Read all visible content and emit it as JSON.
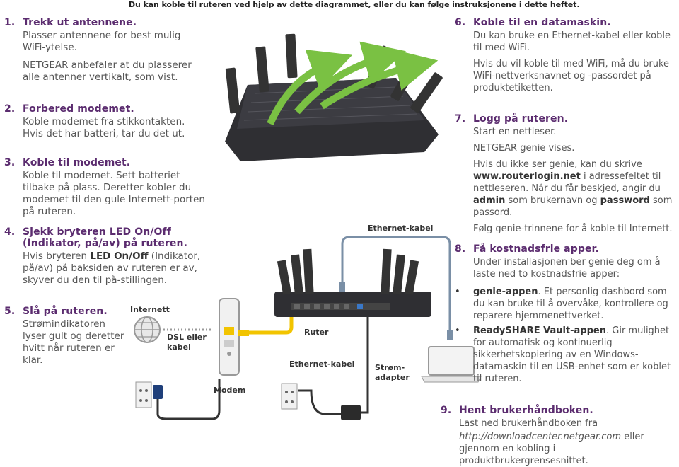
{
  "header": {
    "text": "Du kan koble til ruteren ved hjelp av dette diagrammet, eller du kan følge instruksjonene i dette heftet."
  },
  "left": {
    "step1": {
      "num": "1.",
      "title": "Trekk ut antennene.",
      "p1": "Plasser antennene for best mulig WiFi-ytelse.",
      "p2": "NETGEAR anbefaler at du plasserer alle antenner vertikalt, som vist."
    },
    "step2": {
      "num": "2.",
      "title": "Forbered modemet.",
      "p1": "Koble modemet fra stikkontakten. Hvis det har batteri, tar du det ut."
    },
    "step3": {
      "num": "3.",
      "title": "Koble til modemet.",
      "p1": "Koble til modemet. Sett batteriet tilbake på plass. Deretter kobler du modemet til den gule Internett-porten på ruteren."
    },
    "step4": {
      "num": "4.",
      "title": "Sjekk bryteren LED On/Off (Indikator, på/av) på ruteren.",
      "p1_a": "Hvis bryteren ",
      "p1_b": "LED On/Off",
      "p1_c": " (Indikator, på/av) på baksiden av ruteren er av, skyver du den til på-stillingen."
    },
    "step5": {
      "num": "5.",
      "title": "Slå på ruteren.",
      "p1": "Strømindikatoren lyser gult og deretter hvitt når ruteren er klar."
    }
  },
  "diagram": {
    "internet": "Internett",
    "dsl": "DSL eller kabel",
    "modem": "Modem",
    "router": "Ruter",
    "ethernet_top": "Ethernet-kabel",
    "ethernet_bottom": "Ethernet-kabel",
    "power": "Strøm-adapter"
  },
  "right": {
    "step6": {
      "num": "6.",
      "title": "Koble til en datamaskin.",
      "p1": "Du kan bruke en Ethernet-kabel eller koble til med WiFi.",
      "p2": "Hvis du vil koble til med WiFi, må du bruke WiFi-nettverksnavnet og -passordet på produktetiketten."
    },
    "step7": {
      "num": "7.",
      "title": "Logg på ruteren.",
      "p1": "Start en nettleser.",
      "p2": "NETGEAR genie vises.",
      "p3_a": "Hvis du ikke ser genie, kan du skrive ",
      "p3_b": "www.routerlogin.net",
      "p3_c": " i adressefeltet til nettleseren. Når du får beskjed, angir du ",
      "p3_d": "admin",
      "p3_e": " som brukernavn og ",
      "p3_f": "password",
      "p3_g": " som passord.",
      "p4": "Følg genie-trinnene for å koble til Internett."
    },
    "step8": {
      "num": "8.",
      "title": "Få kostnadsfrie apper.",
      "p1": "Under installasjonen ber genie deg om å laste ned to kostnadsfrie apper:",
      "b1_a": "genie-appen",
      "b1_b": ". Et personlig dashbord som du kan bruke til å overvåke, kontrollere og reparere hjemmenettverket.",
      "b2_a": "ReadySHARE Vault-appen",
      "b2_b": ". Gir mulighet for automatisk og kontinuerlig sikkerhetskopiering av en Windows-datamaskin til en USB-enhet som er koblet til ruteren."
    },
    "step9": {
      "num": "9.",
      "title": "Hent brukerhåndboken.",
      "p1": "Last ned brukerhåndboken fra",
      "url": "http://downloadcenter.netgear.com",
      "p2": " eller gjennom en kobling i produktbrukergrensesnittet."
    }
  },
  "colors": {
    "heading": "#5b2c6f",
    "cable_yellow": "#f2c400",
    "cable_blue": "#7a8fa6",
    "arrow_green": "#7ac143",
    "router_body": "#2f2f33"
  }
}
